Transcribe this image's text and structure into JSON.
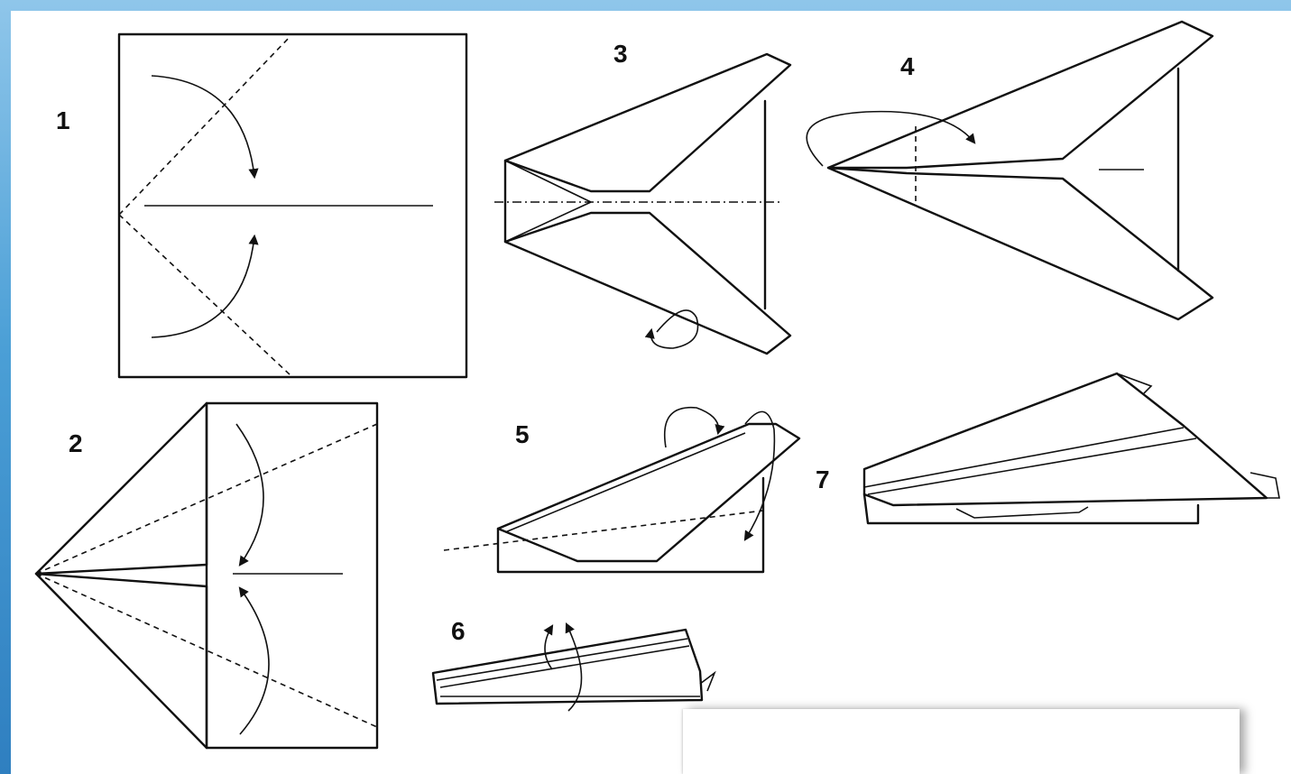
{
  "diagram": {
    "steps": [
      {
        "label": "1"
      },
      {
        "label": "2"
      },
      {
        "label": "3"
      },
      {
        "label": "4"
      },
      {
        "label": "5"
      },
      {
        "label": "6"
      },
      {
        "label": "7"
      }
    ]
  },
  "colors": {
    "background": "#4b9fd6",
    "paper": "#ffffff",
    "ink": "#111111"
  }
}
